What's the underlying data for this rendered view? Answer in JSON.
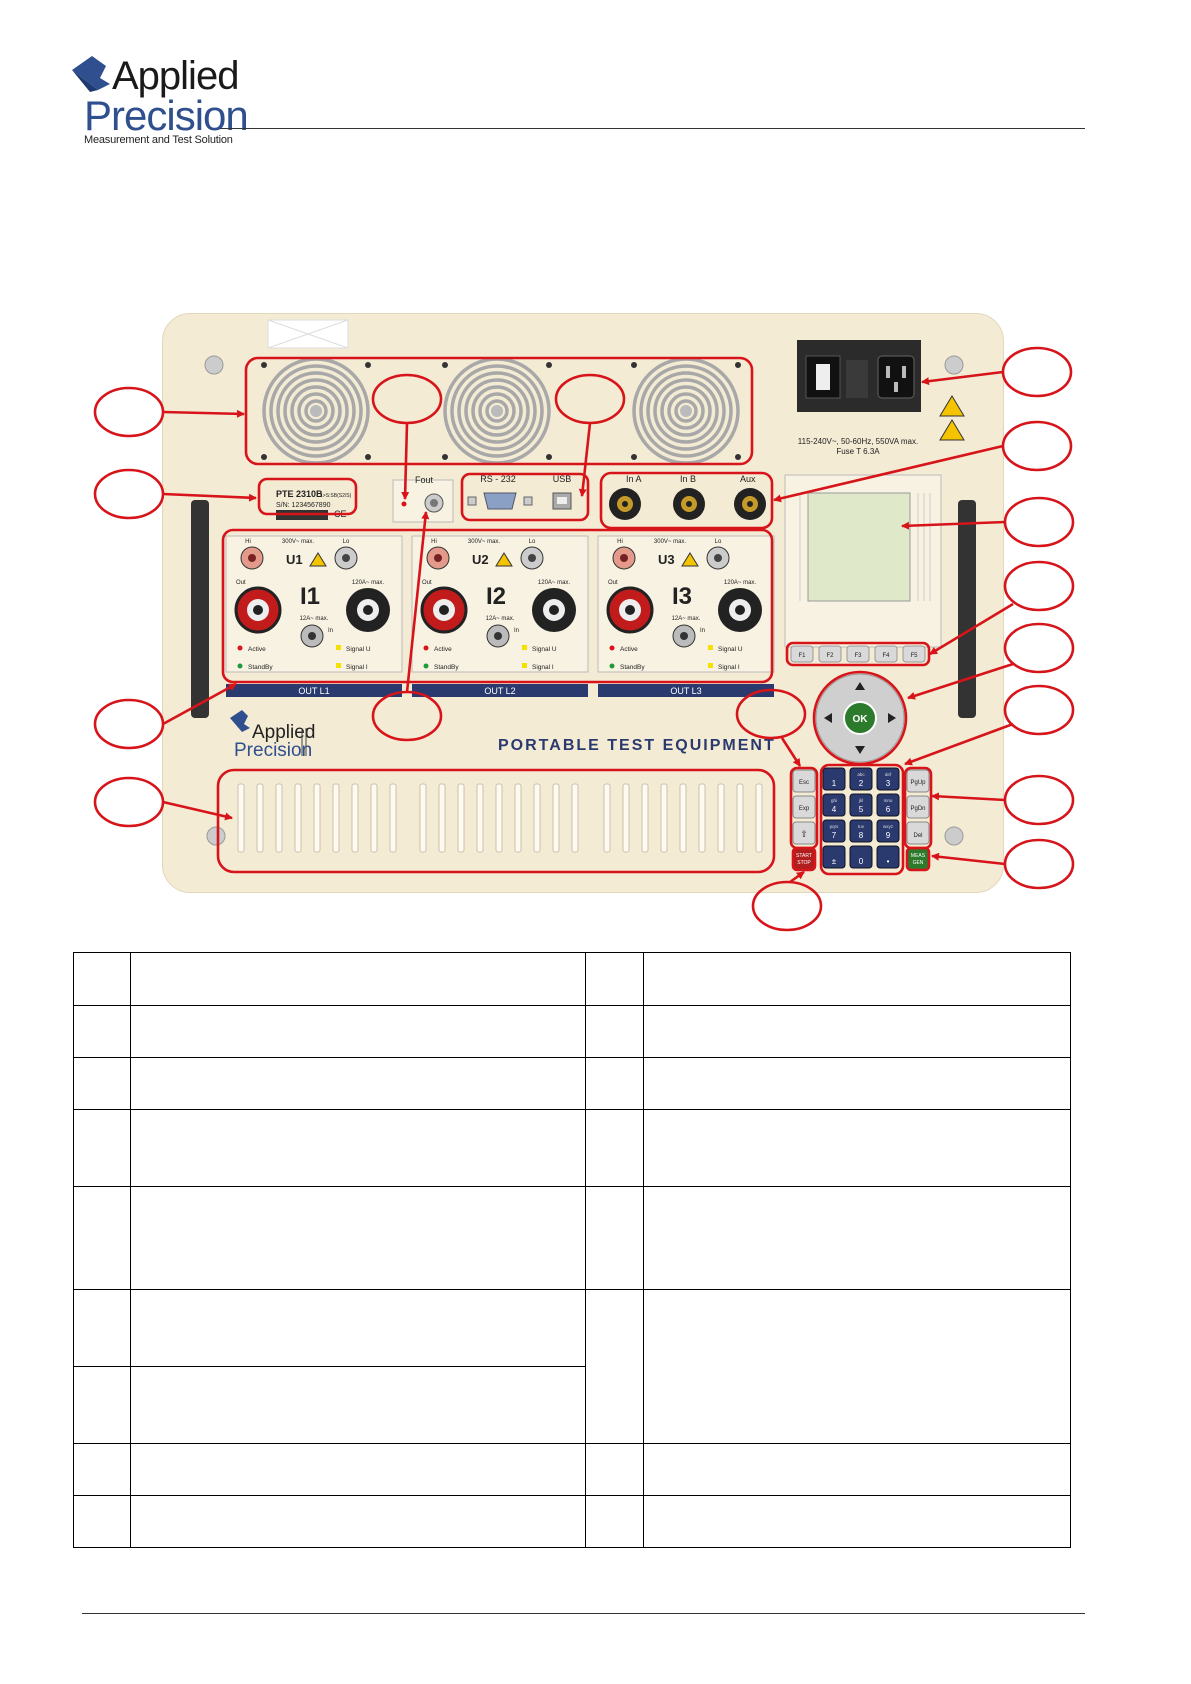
{
  "logo": {
    "word1": "Applied",
    "word2": "Precision",
    "tagline": "Measurement and Test Solution"
  },
  "panel": {
    "fout": "Fout",
    "rs232": "RS - 232",
    "usb": "USB",
    "in_a": "In A",
    "in_b": "In B",
    "aux": "Aux",
    "model": "PTE 2310B",
    "model_spec": "1>S:SB(S2/S)",
    "serial": "S/N: 1234567890",
    "ce": "CE",
    "power_spec_1": "115-240V~, 50-60Hz, 550VA max.",
    "power_spec_2": "Fuse T 6.3A",
    "modules": [
      {
        "u": "U1",
        "i": "I1",
        "out": "OUT L1"
      },
      {
        "u": "U2",
        "i": "I2",
        "out": "OUT L2"
      },
      {
        "u": "U3",
        "i": "I3",
        "out": "OUT L3"
      }
    ],
    "hi": "Hi",
    "lo": "Lo",
    "volt_max": "300V~ max.",
    "amp_max_hi": "120A~ max.",
    "amp_max_lo": "12A~ max.",
    "out_label": "Out",
    "in_label": "In",
    "active": "Active",
    "standby": "StandBy",
    "signal_u": "Signal U",
    "signal_i": "Signal I",
    "brand_word1": "Applied",
    "brand_word2": "Precision",
    "portable": "PORTABLE TEST EQUIPMENT",
    "fkeys": [
      "F1",
      "F2",
      "F3",
      "F4",
      "F5"
    ],
    "ok": "OK",
    "esc": "Esc",
    "exp": "Exp",
    "shift": "⇧",
    "start_stop_1": "START",
    "start_stop_2": "STOP",
    "pgup": "PgUp",
    "pgdn": "PgDn",
    "del": "Del",
    "meas_1": "MEAS",
    "meas_2": "GEN",
    "numkeys": [
      {
        "top": "",
        "num": "1"
      },
      {
        "top": "abc",
        "num": "2"
      },
      {
        "top": "def",
        "num": "3"
      },
      {
        "top": "ghi",
        "num": "4"
      },
      {
        "top": "jkl",
        "num": "5"
      },
      {
        "top": "mno",
        "num": "6"
      },
      {
        "top": "pqrs",
        "num": "7"
      },
      {
        "top": "tuv",
        "num": "8"
      },
      {
        "top": "wxyz",
        "num": "9"
      },
      {
        "top": "",
        "num": "±"
      },
      {
        "top": "",
        "num": "0"
      },
      {
        "top": "",
        "num": "•"
      }
    ]
  },
  "colors": {
    "callout": "#d7141a",
    "panel_bg": "#f4ebd4",
    "navy": "#2a3a6e",
    "screen": "#dfe8c8"
  }
}
